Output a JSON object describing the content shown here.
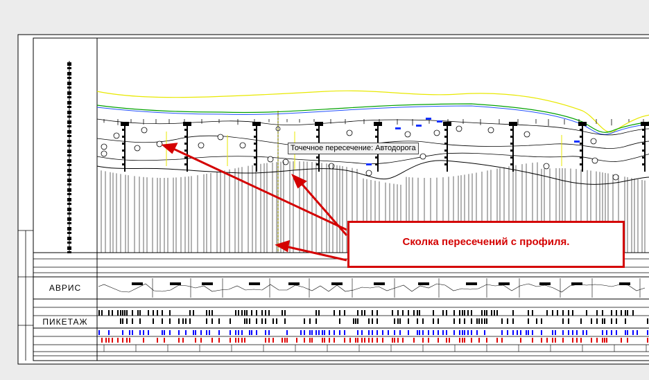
{
  "tooltip": {
    "text": "Точечное пересечение: Автодорога"
  },
  "callout": {
    "text": "Сколка пересечений с профиля."
  },
  "rows": {
    "avris": "АВРИС",
    "piketazh": "ПИКЕТАЖ"
  },
  "colors": {
    "background": "#ececec",
    "callout_red": "#d40000",
    "ground_yellow": "#e8e800",
    "ground_green": "#00a000",
    "ground_blue": "#2050ff",
    "elevation_blue": "#0000ff",
    "elevation_red": "#e00000"
  },
  "icons": [
    "arrow-icon",
    "crosshair-icon"
  ]
}
